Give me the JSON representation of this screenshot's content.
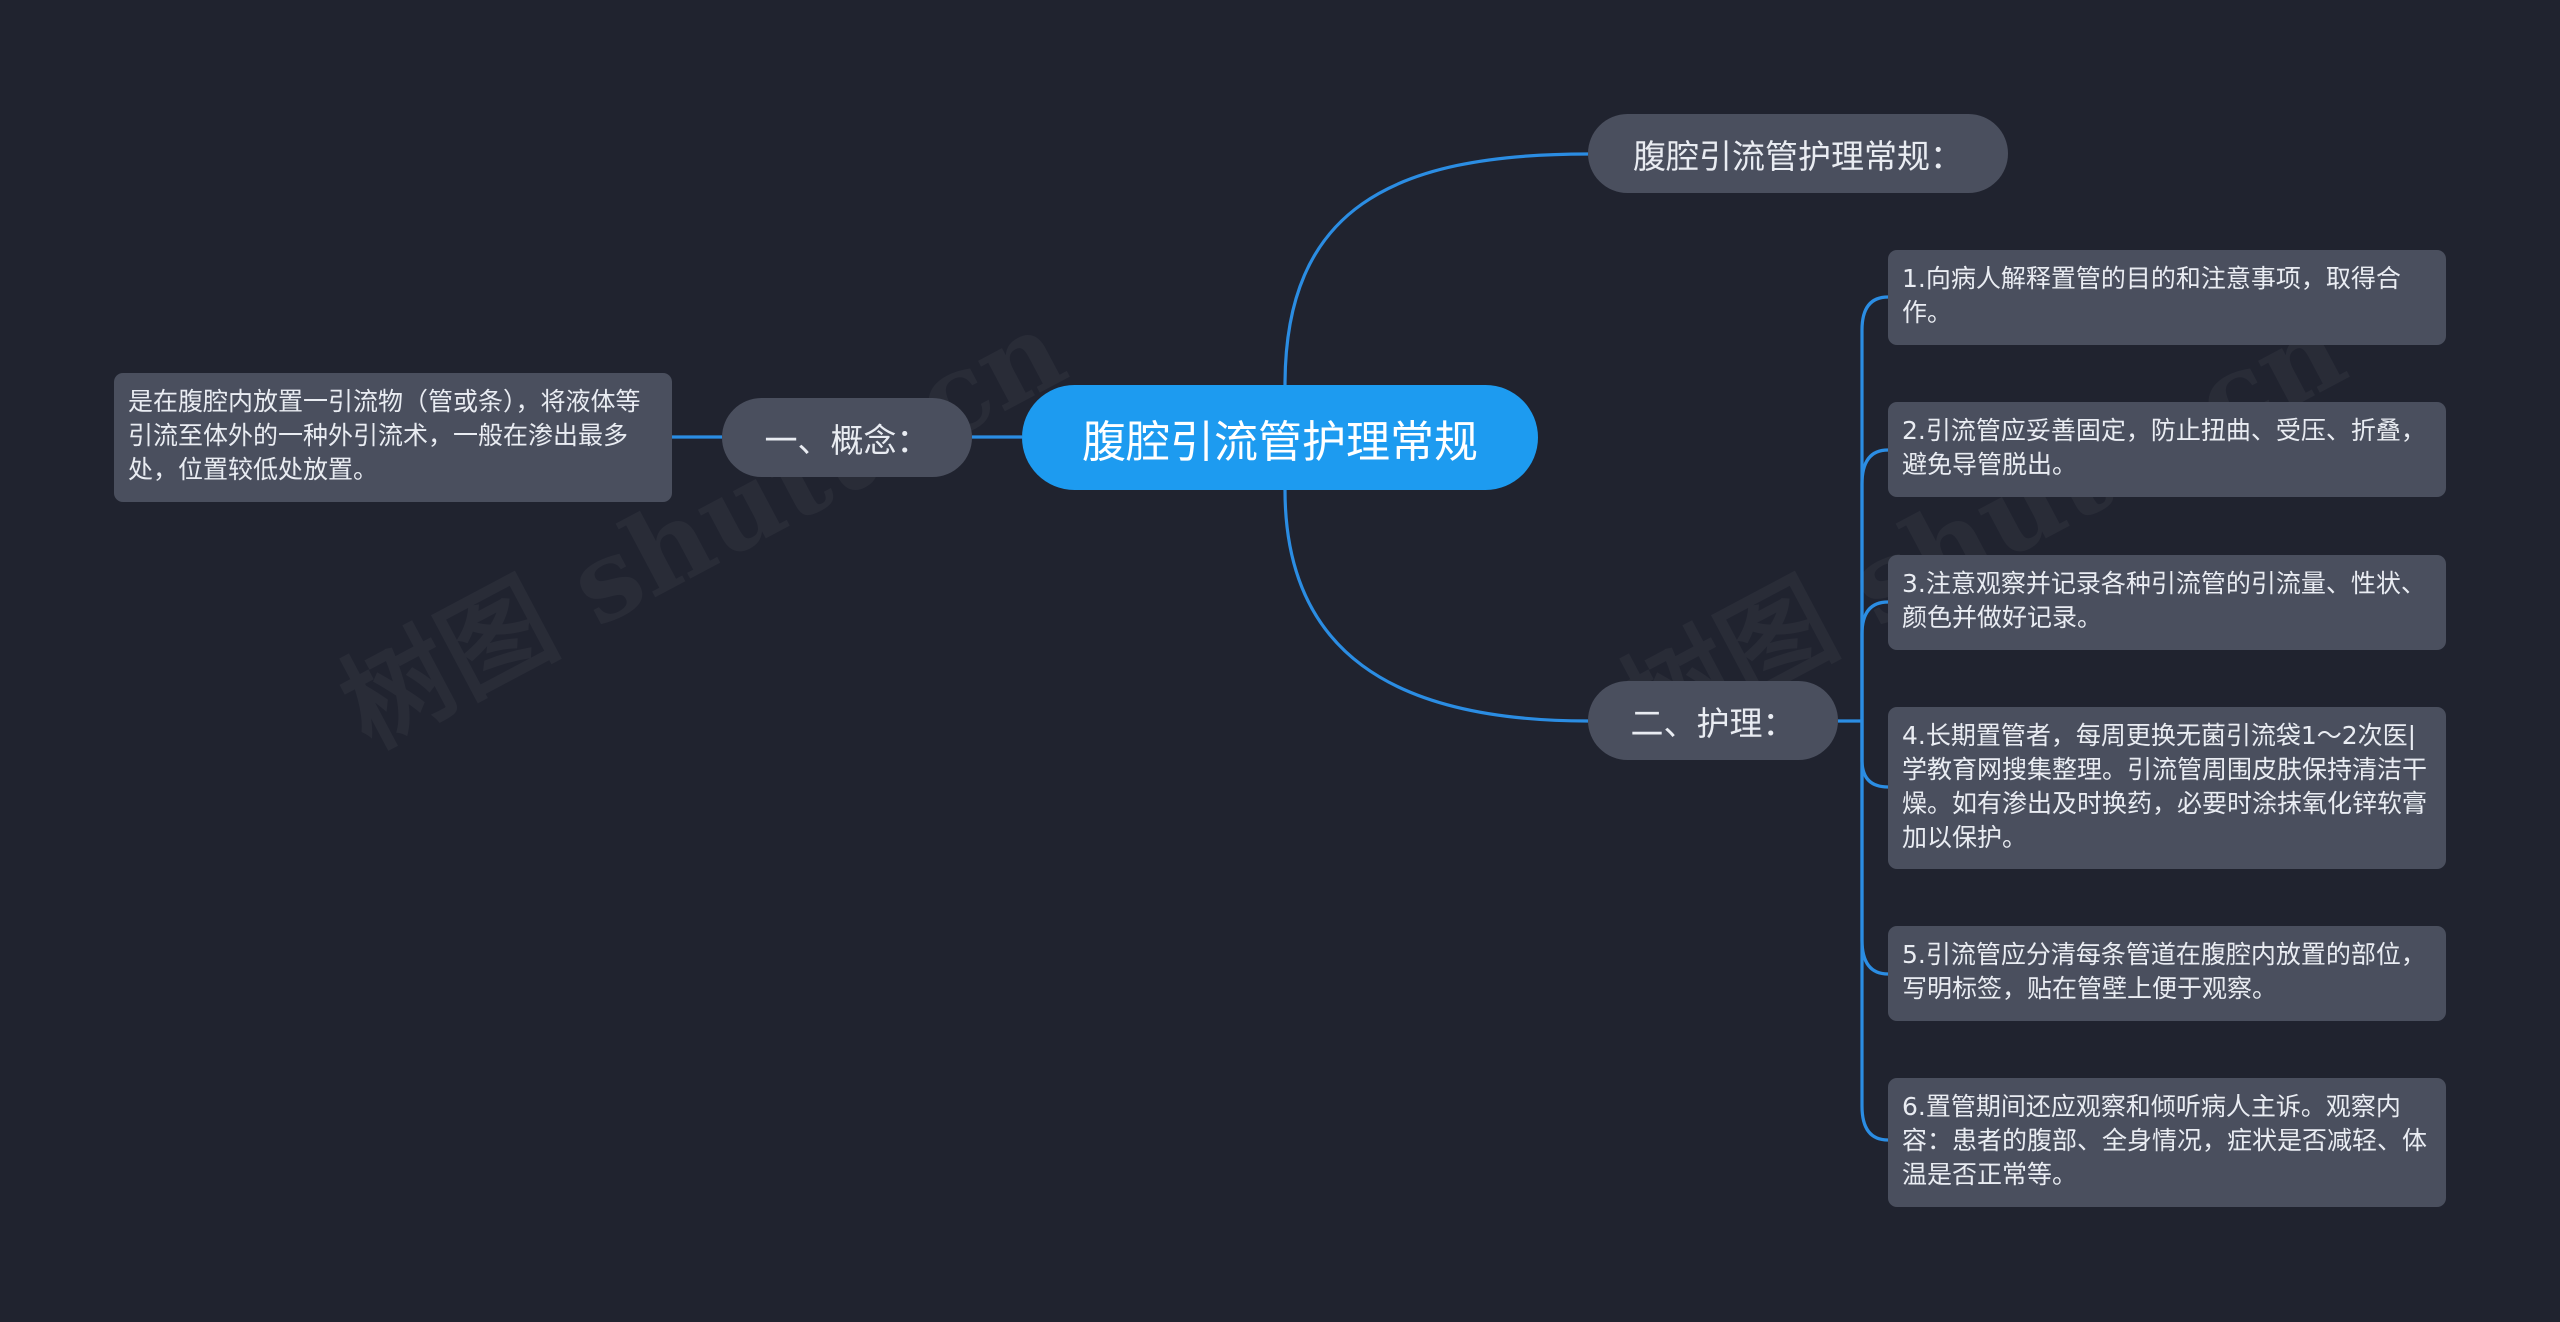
{
  "root": {
    "label": "腹腔引流管护理常规"
  },
  "branches": {
    "title": {
      "label": "腹腔引流管护理常规："
    },
    "concept": {
      "label": "一、概念：",
      "text": "是在腹腔内放置一引流物（管或条），将液体等引流至体外的一种外引流术，一般在渗出最多处，位置较低处放置。"
    },
    "care": {
      "label": "二、护理：",
      "items": [
        "1.向病人解释置管的目的和注意事项，取得合作。",
        "2.引流管应妥善固定，防止扭曲、受压、折叠，避免导管脱出。",
        "3.注意观察并记录各种引流管的引流量、性状、颜色并做好记录。",
        "4.长期置管者，每周更换无菌引流袋1～2次医|学教育网搜集整理。引流管周围皮肤保持清洁干燥。如有渗出及时换药，必要时涂抹氧化锌软膏加以保护。",
        "5.引流管应分清每条管道在腹腔内放置的部位，写明标签，贴在管壁上便于观察。",
        "6.置管期间还应观察和倾听病人主诉。观察内容：患者的腹部、全身情况，症状是否减轻、体温是否正常等。"
      ]
    }
  },
  "watermark": "树图 shutu.cn",
  "colors": {
    "background": "#20232f",
    "root": "#1d9bf0",
    "node": "#4a4f5e",
    "connector": "#2b8de3",
    "text": "#e9ecf2"
  }
}
